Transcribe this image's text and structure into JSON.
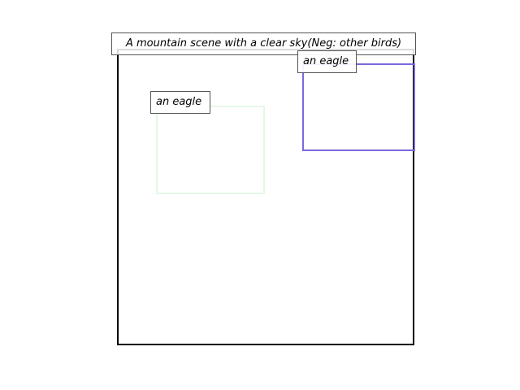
{
  "scene": {
    "caption": "A mountain scene with a clear sky(Neg: other birds)",
    "frame_color": "#000000"
  },
  "boxes": [
    {
      "label": "an eagle",
      "color": "#e6f7e6"
    },
    {
      "label": "an eagle",
      "color": "#7b68dd"
    }
  ]
}
